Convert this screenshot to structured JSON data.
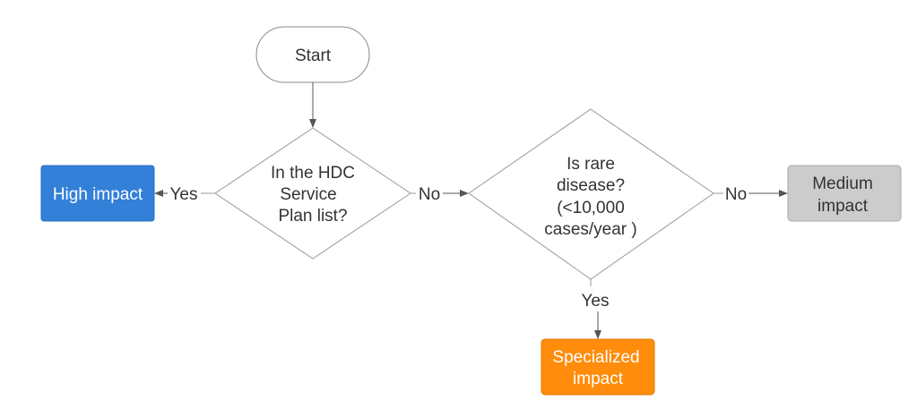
{
  "nodes": {
    "start": {
      "label": "Start"
    },
    "decision1": {
      "lines": [
        "In the HDC",
        "Service",
        "Plan list?"
      ]
    },
    "decision2": {
      "lines": [
        "Is rare",
        "disease?",
        "(<10,000",
        "cases/year )"
      ]
    },
    "high": {
      "label": "High impact",
      "color": "#3380d8"
    },
    "medium": {
      "lines": [
        "Medium",
        "impact"
      ],
      "color": "#cccccc"
    },
    "specialized": {
      "lines": [
        "Specialized",
        "impact"
      ],
      "color": "#ff8c0a"
    }
  },
  "edges": {
    "d1_yes": "Yes",
    "d1_no": "No",
    "d2_no": "No",
    "d2_yes": "Yes"
  }
}
